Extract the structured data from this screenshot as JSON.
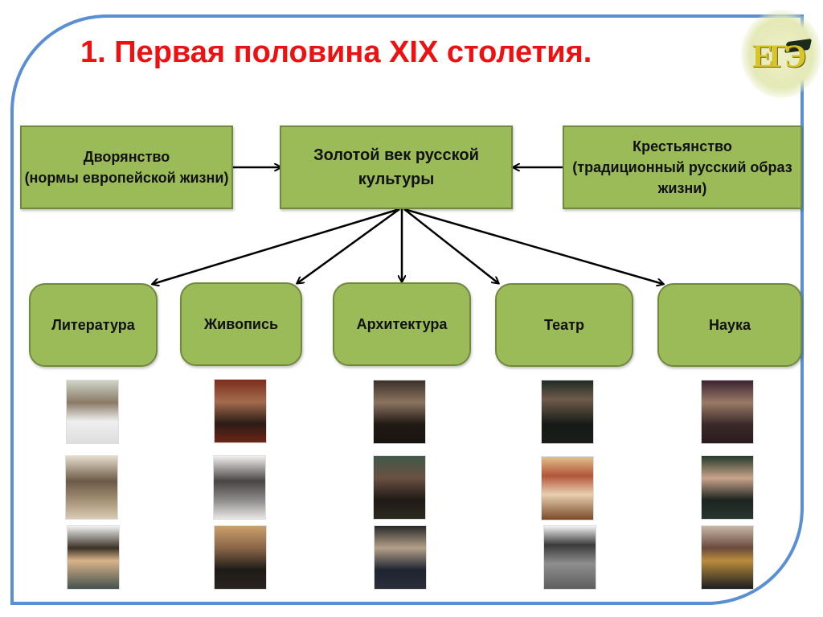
{
  "slide": {
    "title": "1. Первая половина XIX столетия.",
    "logo": {
      "icon": "ege-logo-icon",
      "text": "ЕГЭ"
    }
  },
  "diagram": {
    "center": {
      "label": "Золотой век русской культуры"
    },
    "left": {
      "title": "Дворянство",
      "subtitle": "(нормы европейской жизни)"
    },
    "right": {
      "title": "Крестьянство",
      "subtitle": "(традиционный русский образ жизни)"
    },
    "branches": [
      {
        "label": "Литература"
      },
      {
        "label": "Живопись"
      },
      {
        "label": "Архитектура"
      },
      {
        "label": "Театр"
      },
      {
        "label": "Наука"
      }
    ]
  },
  "colors": {
    "title": "#ee1111",
    "box_fill": "#9bbb59",
    "box_border": "#71893f",
    "frame": "#5b8fd3"
  },
  "portraits": [
    {
      "column": "Литература",
      "items": [
        "portrait-1",
        "portrait-2",
        "portrait-3"
      ]
    },
    {
      "column": "Живопись",
      "items": [
        "portrait-1",
        "portrait-2",
        "portrait-3"
      ]
    },
    {
      "column": "Архитектура",
      "items": [
        "portrait-1",
        "portrait-2",
        "portrait-3"
      ]
    },
    {
      "column": "Театр",
      "items": [
        "portrait-1",
        "portrait-2",
        "portrait-3"
      ]
    },
    {
      "column": "Наука",
      "items": [
        "portrait-1",
        "portrait-2",
        "portrait-3"
      ]
    }
  ]
}
